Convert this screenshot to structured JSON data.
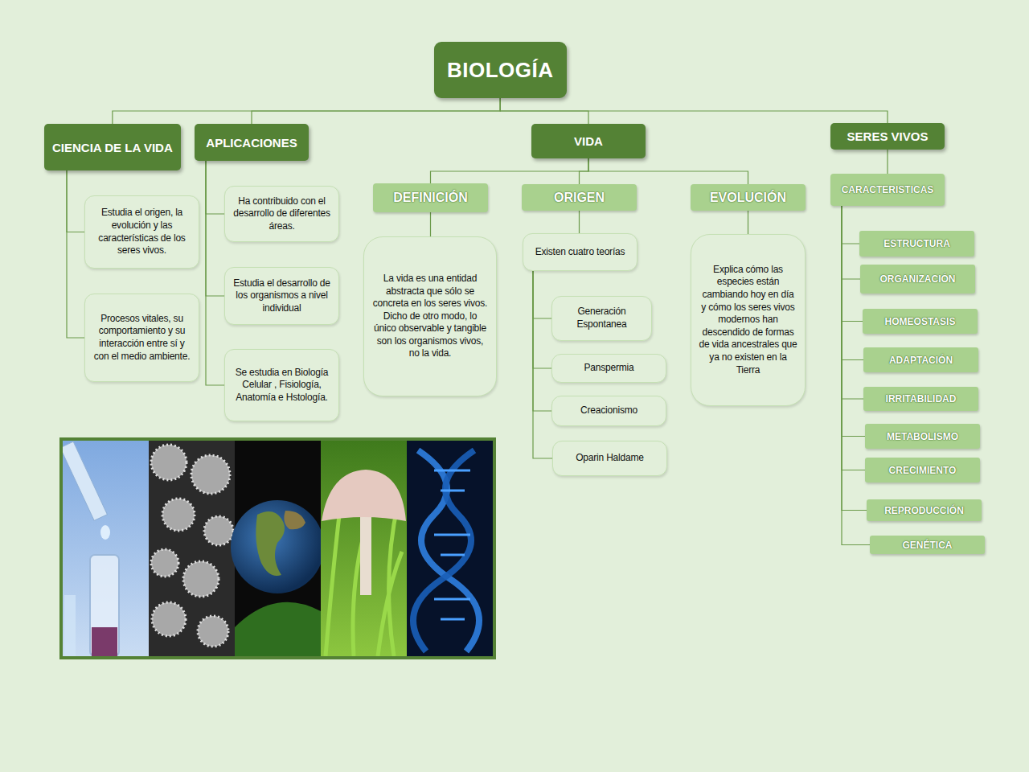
{
  "diagram": {
    "nodes": [
      {
        "text": [
          "BIOLOGÍA"
        ]
      },
      {
        "text": [
          "CIENCIA DE LA VIDA"
        ]
      },
      {
        "text": [
          "Estudia el origen, la evolución y las características de los seres vivos."
        ]
      },
      {
        "text": [
          "Procesos vitales, su comportamiento y su interacción entre sí y con el medio ambiente."
        ]
      },
      {
        "text": [
          "APLICACIONES"
        ]
      },
      {
        "text": [
          "Ha contribuido con el desarrollo de diferentes áreas."
        ]
      },
      {
        "text": [
          "Estudia el desarrollo de los organismos a nivel individual"
        ]
      },
      {
        "text": [
          "Se estudia en Biología Celular , Fisiología, Anatomía e Hstología."
        ]
      },
      {
        "text": [
          "VIDA"
        ]
      },
      {
        "text": [
          "DEFINICIÓN"
        ]
      },
      {
        "text": [
          "La vida es una entidad abstracta que sólo se concreta en los seres vivos. Dicho de otro modo, lo único observable y tangible son los organismos vivos, no la vida."
        ]
      },
      {
        "text": [
          "ORIGEN"
        ]
      },
      {
        "text": [
          "Existen cuatro teorías"
        ]
      },
      {
        "text": [
          "Generación Espontanea"
        ]
      },
      {
        "text": [
          "Panspermia"
        ]
      },
      {
        "text": [
          "Creacionismo"
        ]
      },
      {
        "text": [
          "Oparin Haldame"
        ]
      },
      {
        "text": [
          "EVOLUCIÓN"
        ]
      },
      {
        "text": [
          "Explica cómo las especies están cambiando hoy en día y cómo los seres vivos modernos han descendido de formas de vida ancestrales que ya no existen en la Tierra"
        ]
      },
      {
        "text": [
          "SERES VIVOS"
        ]
      },
      {
        "text": [
          "CARACTERISTICAS"
        ]
      },
      {
        "text": [
          "ESTRUCTURA"
        ]
      },
      {
        "text": [
          "ORGANIZACIÓN"
        ]
      },
      {
        "text": [
          "HOMEOSTASIS"
        ]
      },
      {
        "text": [
          "ADAPTACIÓN"
        ]
      },
      {
        "text": [
          "IRRITABILIDAD"
        ]
      },
      {
        "text": [
          "METABOLISMO"
        ]
      },
      {
        "text": [
          "CRECIMIENTO"
        ]
      },
      {
        "text": [
          "REPRODUCCIÓN"
        ]
      },
      {
        "text": [
          "GENÉTICA"
        ]
      }
    ],
    "edges": [
      {
        "from": 0,
        "to": 1,
        "arrow": "none"
      },
      {
        "from": 0,
        "to": 4,
        "arrow": "none"
      },
      {
        "from": 0,
        "to": 8,
        "arrow": "none"
      },
      {
        "from": 0,
        "to": 19,
        "arrow": "none"
      },
      {
        "from": 1,
        "to": 2,
        "arrow": "none"
      },
      {
        "from": 1,
        "to": 3,
        "arrow": "none"
      },
      {
        "from": 4,
        "to": 5,
        "arrow": "none"
      },
      {
        "from": 4,
        "to": 6,
        "arrow": "none"
      },
      {
        "from": 4,
        "to": 7,
        "arrow": "none"
      },
      {
        "from": 8,
        "to": 9,
        "arrow": "none"
      },
      {
        "from": 8,
        "to": 11,
        "arrow": "none"
      },
      {
        "from": 8,
        "to": 17,
        "arrow": "none"
      },
      {
        "from": 9,
        "to": 10,
        "arrow": "none"
      },
      {
        "from": 11,
        "to": 12,
        "arrow": "none"
      },
      {
        "from": 12,
        "to": 13,
        "arrow": "none"
      },
      {
        "from": 12,
        "to": 14,
        "arrow": "none"
      },
      {
        "from": 12,
        "to": 15,
        "arrow": "none"
      },
      {
        "from": 12,
        "to": 16,
        "arrow": "none"
      },
      {
        "from": 17,
        "to": 18,
        "arrow": "none"
      },
      {
        "from": 19,
        "to": 20,
        "arrow": "none"
      },
      {
        "from": 20,
        "to": 21,
        "arrow": "none"
      },
      {
        "from": 20,
        "to": 22,
        "arrow": "none"
      },
      {
        "from": 20,
        "to": 23,
        "arrow": "none"
      },
      {
        "from": 20,
        "to": 24,
        "arrow": "none"
      },
      {
        "from": 20,
        "to": 25,
        "arrow": "none"
      },
      {
        "from": 20,
        "to": 26,
        "arrow": "none"
      },
      {
        "from": 20,
        "to": 27,
        "arrow": "none"
      },
      {
        "from": 20,
        "to": 28,
        "arrow": "none"
      },
      {
        "from": 20,
        "to": 29,
        "arrow": "none"
      }
    ]
  }
}
